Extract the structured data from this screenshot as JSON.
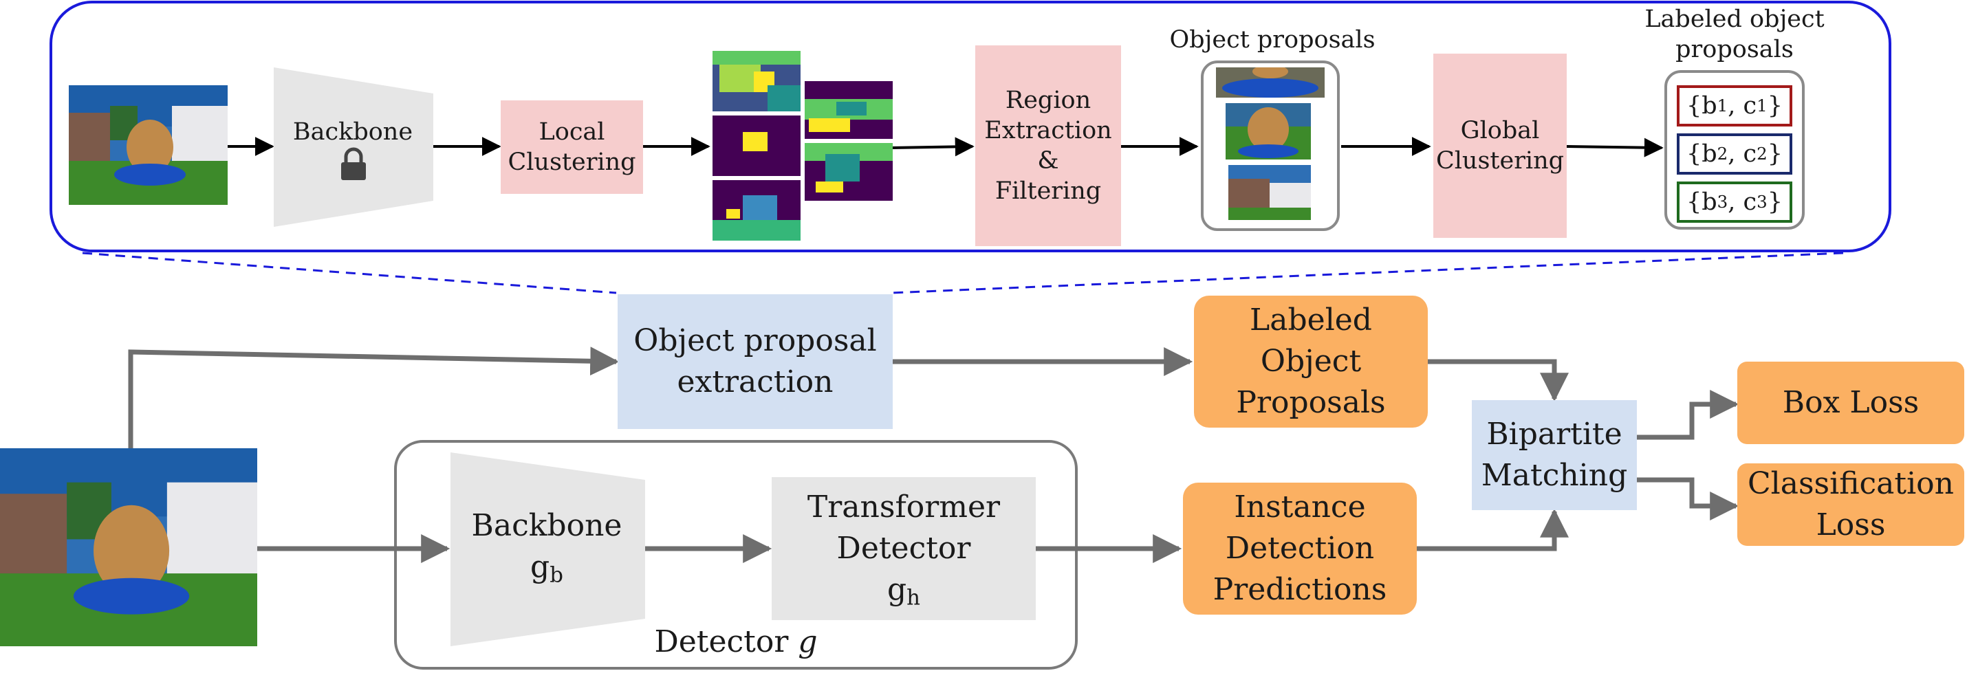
{
  "top_pipeline": {
    "backbone_label": "Backbone",
    "local_clustering_label": "Local Clustering",
    "region_extraction_label": "Region Extraction & Filtering",
    "object_proposals_caption": "Object proposals",
    "global_clustering_label": "Global Clustering",
    "labeled_proposals_caption": "Labeled object proposals",
    "labeled_proposals": [
      {
        "b": "b",
        "b_sub": "1",
        "c": "c",
        "c_sub": "1",
        "color": "#a31a1a"
      },
      {
        "b": "b",
        "b_sub": "2",
        "c": "c",
        "c_sub": "2",
        "color": "#1a2a6c"
      },
      {
        "b": "b",
        "b_sub": "3",
        "c": "c",
        "c_sub": "3",
        "color": "#1f6b1f"
      }
    ]
  },
  "bottom_pipeline": {
    "object_proposal_extraction_label": "Object proposal extraction",
    "labeled_object_proposals_label": "Labeled Object Proposals",
    "instance_detection_predictions_label": "Instance Detection Predictions",
    "bipartite_matching_label": "Bipartite Matching",
    "box_loss_label": "Box Loss",
    "classification_loss_label": "Classification Loss",
    "detector_backbone_label": "Backbone",
    "detector_backbone_symbol": "g",
    "detector_backbone_sub": "b",
    "transformer_detector_label": "Transformer Detector",
    "transformer_symbol": "g",
    "transformer_sub": "h",
    "detector_caption": "Detector",
    "detector_symbol": "g"
  },
  "colors": {
    "pink": "#f6cdcd",
    "light_blue": "#d3e0f2",
    "orange": "#fbb062",
    "gray_box": "#e6e6e6",
    "frame_blue": "#1a1adb",
    "arrow_gray": "#6e6e6e",
    "arrow_black": "#000000"
  },
  "icons": [
    "lock-icon",
    "dog-photo",
    "cluster-map",
    "proposal-crop"
  ]
}
